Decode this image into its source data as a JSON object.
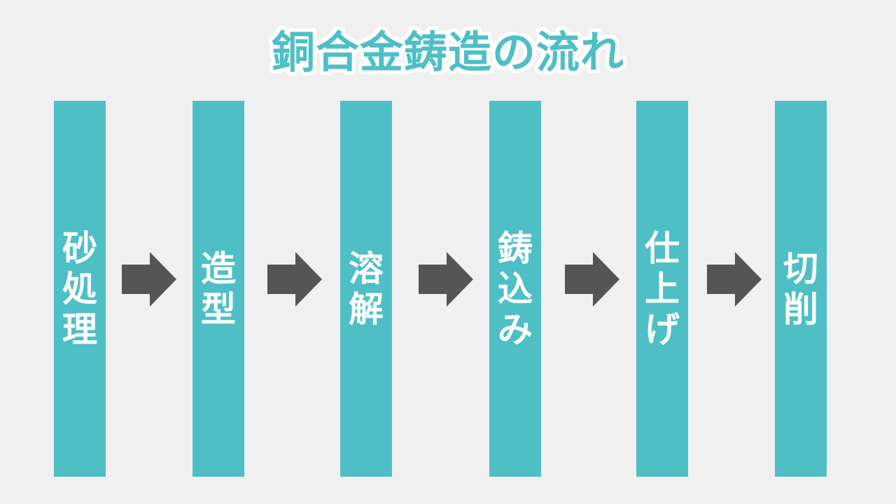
{
  "title": "銅合金鋳造の流れ",
  "steps": [
    {
      "label": "砂処理"
    },
    {
      "label": "造型"
    },
    {
      "label": "溶解"
    },
    {
      "label": "鋳込み"
    },
    {
      "label": "仕上げ"
    },
    {
      "label": "切削"
    }
  ],
  "colors": {
    "background": "#f0f0f0",
    "accent": "#4fbfc6",
    "arrow": "#555555",
    "step_text": "#ffffff"
  },
  "icons": {
    "connector": "right-arrow-icon"
  }
}
